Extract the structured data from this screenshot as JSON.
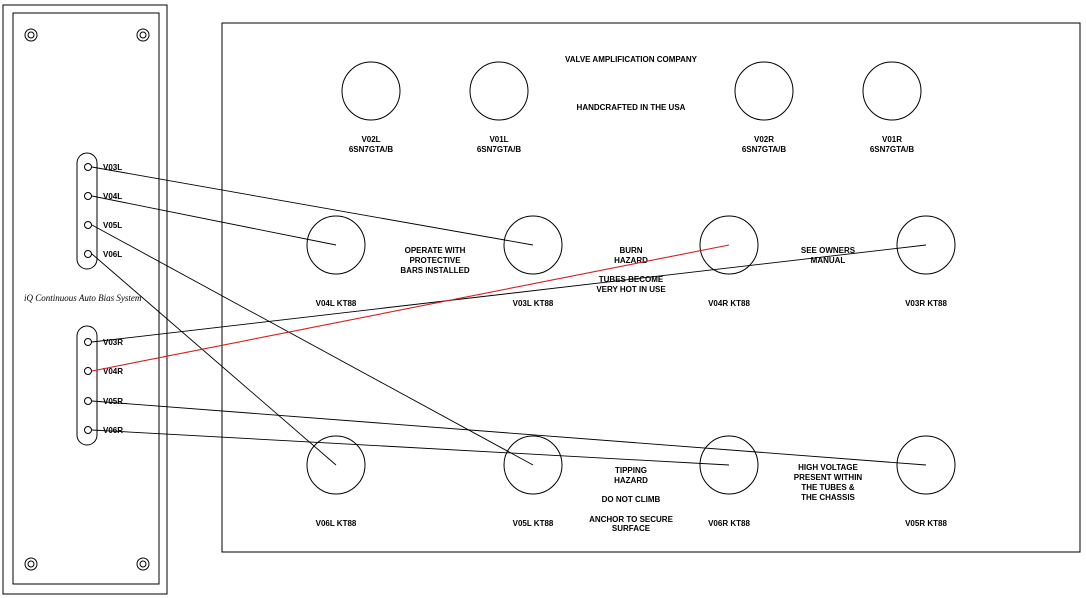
{
  "panel": {
    "company": "VALVE AMPLIFICATION COMPANY",
    "handcrafted": "HANDCRAFTED IN THE USA",
    "warning_operate": [
      "OPERATE WITH",
      "PROTECTIVE",
      "BARS INSTALLED"
    ],
    "warning_burn": [
      "BURN",
      "HAZARD"
    ],
    "warning_hot": [
      "TUBES BECOME",
      "VERY HOT IN USE"
    ],
    "warning_manual": [
      "SEE OWNERS",
      "MANUAL"
    ],
    "warning_tipping": [
      "TIPPING",
      "HAZARD"
    ],
    "warning_climb": "DO NOT CLIMB",
    "warning_anchor": [
      "ANCHOR TO SECURE",
      "SURFACE"
    ],
    "warning_voltage": [
      "HIGH VOLTAGE",
      "PRESENT WITHIN",
      "THE TUBES &",
      "THE CHASSIS"
    ]
  },
  "tubes": {
    "v02l": [
      "V02L",
      "6SN7GTA/B"
    ],
    "v01l": [
      "V01L",
      "6SN7GTA/B"
    ],
    "v02r": [
      "V02R",
      "6SN7GTA/B"
    ],
    "v01r": [
      "V01R",
      "6SN7GTA/B"
    ],
    "v04l": "V04L  KT88",
    "v03l": "V03L  KT88",
    "v04r": "V04R  KT88",
    "v03r": "V03R  KT88",
    "v06l": "V06L  KT88",
    "v05l": "V05L  KT88",
    "v06r": "V06R  KT88",
    "v05r": "V05R  KT88"
  },
  "bias_board": {
    "title": "iQ Continuous Auto Bias System",
    "left_group": [
      "V03L",
      "V04L",
      "V05L",
      "V06L"
    ],
    "right_group": [
      "V03R",
      "V04R",
      "V05R",
      "V06R"
    ]
  },
  "colors": {
    "line": "#000000",
    "highlight_wire": "#d42020"
  }
}
